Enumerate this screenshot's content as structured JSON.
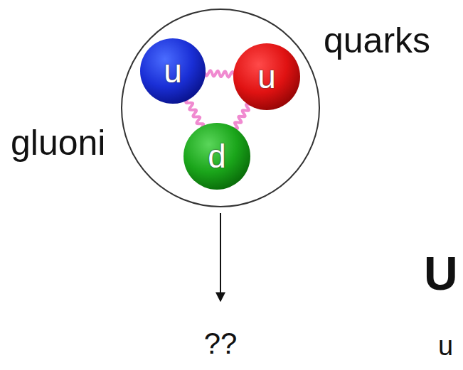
{
  "diagram": {
    "nodes": [
      {
        "text": [
          "u"
        ]
      },
      {
        "text": [
          "u"
        ]
      },
      {
        "text": [
          "d"
        ]
      }
    ],
    "edges": [
      {
        "from": 0,
        "to": 1,
        "arrow": "none"
      },
      {
        "from": 0,
        "to": 2,
        "arrow": "none"
      },
      {
        "from": 1,
        "to": 2,
        "arrow": "none"
      }
    ],
    "labels": [
      "quarks",
      "gluoni",
      "??",
      "U",
      "u"
    ]
  }
}
